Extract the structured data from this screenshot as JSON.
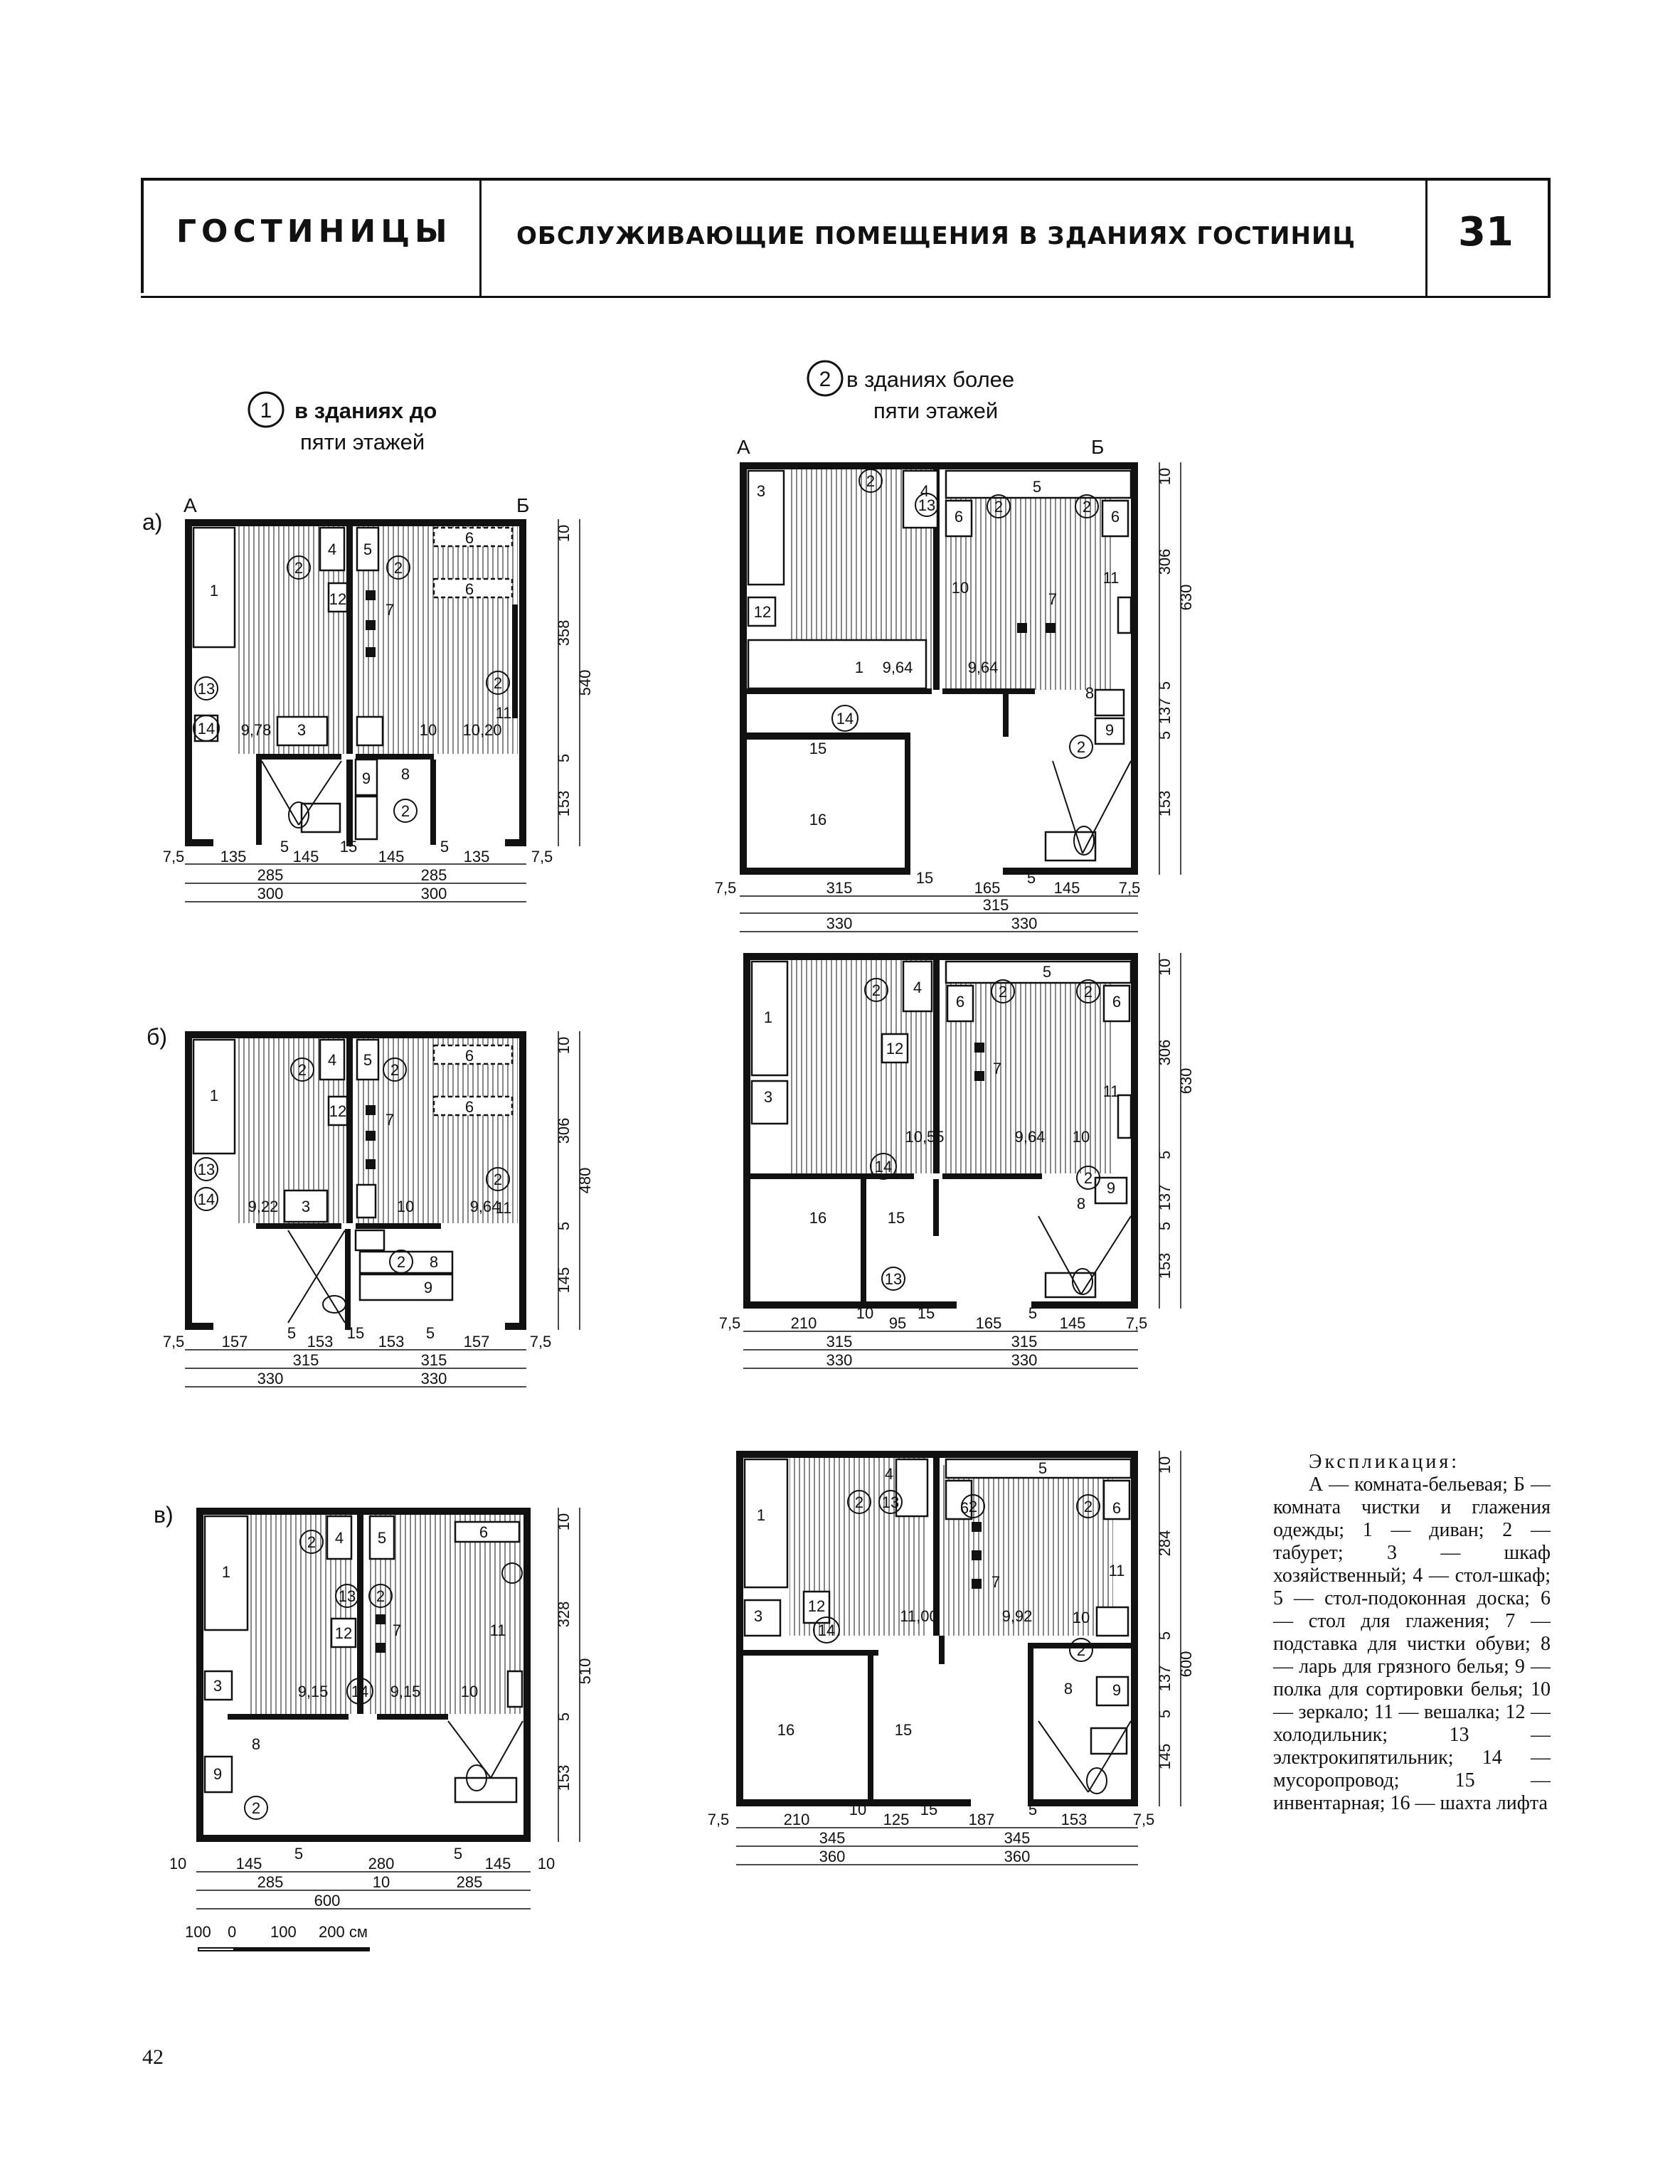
{
  "header": {
    "section": "ГОСТИНИЦЫ",
    "title": "ОБСЛУЖИВАЮЩИЕ ПОМЕЩЕНИЯ В ЗДАНИЯХ ГОСТИНИЦ",
    "page_no": "31"
  },
  "group1": {
    "num": "1",
    "label1": "в зданиях до",
    "label2": "пяти этажей"
  },
  "group2": {
    "num": "2",
    "label1": "в зданиях более",
    "label2": "пяти этажей"
  },
  "variants": {
    "a": "а)",
    "b": "б)",
    "v": "в)"
  },
  "corner": {
    "A": "А",
    "B": "Б"
  },
  "planA": {
    "areaL": "9,78",
    "areaR": "10,20",
    "dimsR": [
      "10",
      "358",
      "5",
      "153"
    ],
    "total": "540",
    "bottom1": [
      "7,5",
      "135",
      "5",
      "145",
      "15",
      "145",
      "5",
      "135",
      "7,5"
    ],
    "bottom2": [
      "285",
      "285"
    ],
    "bottom3": [
      "300",
      "300"
    ]
  },
  "planB": {
    "areaL": "9,22",
    "areaR": "9,64",
    "dimsR": [
      "10",
      "306",
      "5",
      "145"
    ],
    "total": "480",
    "bottom1": [
      "7,5",
      "157",
      "5",
      "153",
      "15",
      "153",
      "5",
      "157",
      "7,5"
    ],
    "bottom2": [
      "315",
      "315"
    ],
    "bottom3": [
      "330",
      "330"
    ]
  },
  "planV": {
    "areaL": "9,15",
    "areaR": "9,15",
    "dimsR": [
      "10",
      "328",
      "5",
      "153"
    ],
    "total": "510",
    "bottom1": [
      "10",
      "145",
      "5",
      "280",
      "5",
      "145",
      "10"
    ],
    "bottom2": [
      "285",
      "10",
      "285"
    ],
    "bottom3": [
      "600"
    ]
  },
  "plan2A": {
    "areaL": "9,64",
    "areaR": "9,64",
    "dimsR": [
      "10",
      "306",
      "5",
      "137",
      "5",
      "153"
    ],
    "total": "630",
    "bottom1": [
      "7,5",
      "315",
      "15",
      "165",
      "5",
      "145",
      "7,5"
    ],
    "bottom2": [
      "315"
    ],
    "bottom3": [
      "330",
      "330"
    ]
  },
  "plan2B": {
    "areaL": "10,55",
    "areaR": "9,64",
    "dimsR": [
      "10",
      "306",
      "5",
      "137",
      "5",
      "153"
    ],
    "total": "630",
    "bottom1": [
      "7,5",
      "210",
      "10",
      "95",
      "15",
      "165",
      "5",
      "145",
      "7,5"
    ],
    "bottom2": [
      "315",
      "315"
    ],
    "bottom3": [
      "330",
      "330"
    ]
  },
  "plan2V": {
    "areaL": "11,00",
    "areaR": "9,92",
    "dimsR": [
      "10",
      "284",
      "5",
      "137",
      "5",
      "145"
    ],
    "total": "600",
    "bottom1": [
      "7,5",
      "210",
      "10",
      "125",
      "15",
      "187",
      "5",
      "153",
      "7,5"
    ],
    "bottom2": [
      "345",
      "345"
    ],
    "bottom3": [
      "360",
      "360"
    ]
  },
  "scale": {
    "labels": [
      "100",
      "0",
      "100",
      "200 см"
    ]
  },
  "legend": {
    "title": "Экспликация:",
    "text": "А — комната-бельевая; Б — комната чистки и глажения одежды; 1 — диван; 2 — табурет; 3 — шкаф хозяйственный; 4 — стол-шкаф; 5 — стол-подоконная доска; 6 — стол для глажения; 7 — подставка для чистки обуви; 8 — ларь для грязного белья; 9 — полка для сортировки белья; 10 — зеркало; 11 — вешалка; 12 — холодильник; 13 — электрокипятильник; 14 — мусоропровод; 15 — инвентарная; 16 — шахта лифта"
  },
  "page_number": "42"
}
